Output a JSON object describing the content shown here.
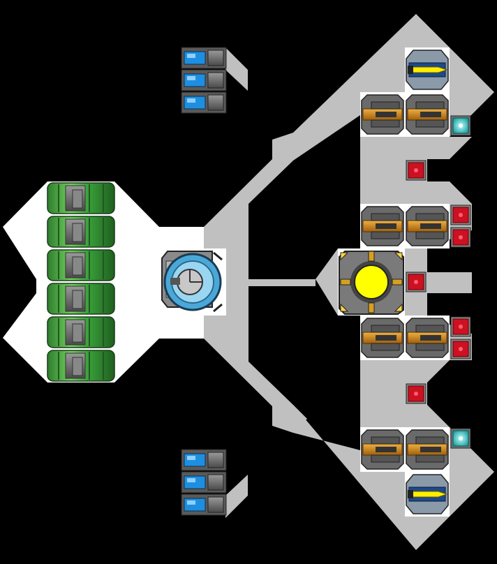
{
  "colors": {
    "background": "#000000",
    "hull": "#c0c0c0",
    "cell": "#ffffff",
    "thruster_green": "#3aa23a",
    "cannon_orange": "#d98a1a",
    "power_yellow": "#ffff00",
    "armor_red": "#cc1122",
    "shield_cyan": "#22d3d3",
    "battery_blue": "#1e8fe0",
    "gray": "#6e6e6e"
  },
  "blocks": {
    "thruster_bank": "thruster-bank",
    "command_module": "command-module",
    "reactor_core": "reactor-core",
    "battery_cell": "battery-cell",
    "cannon": "cannon",
    "armor_plate": "armor-plate",
    "shield_node": "shield-node",
    "missile_pod": "missile-pod"
  }
}
